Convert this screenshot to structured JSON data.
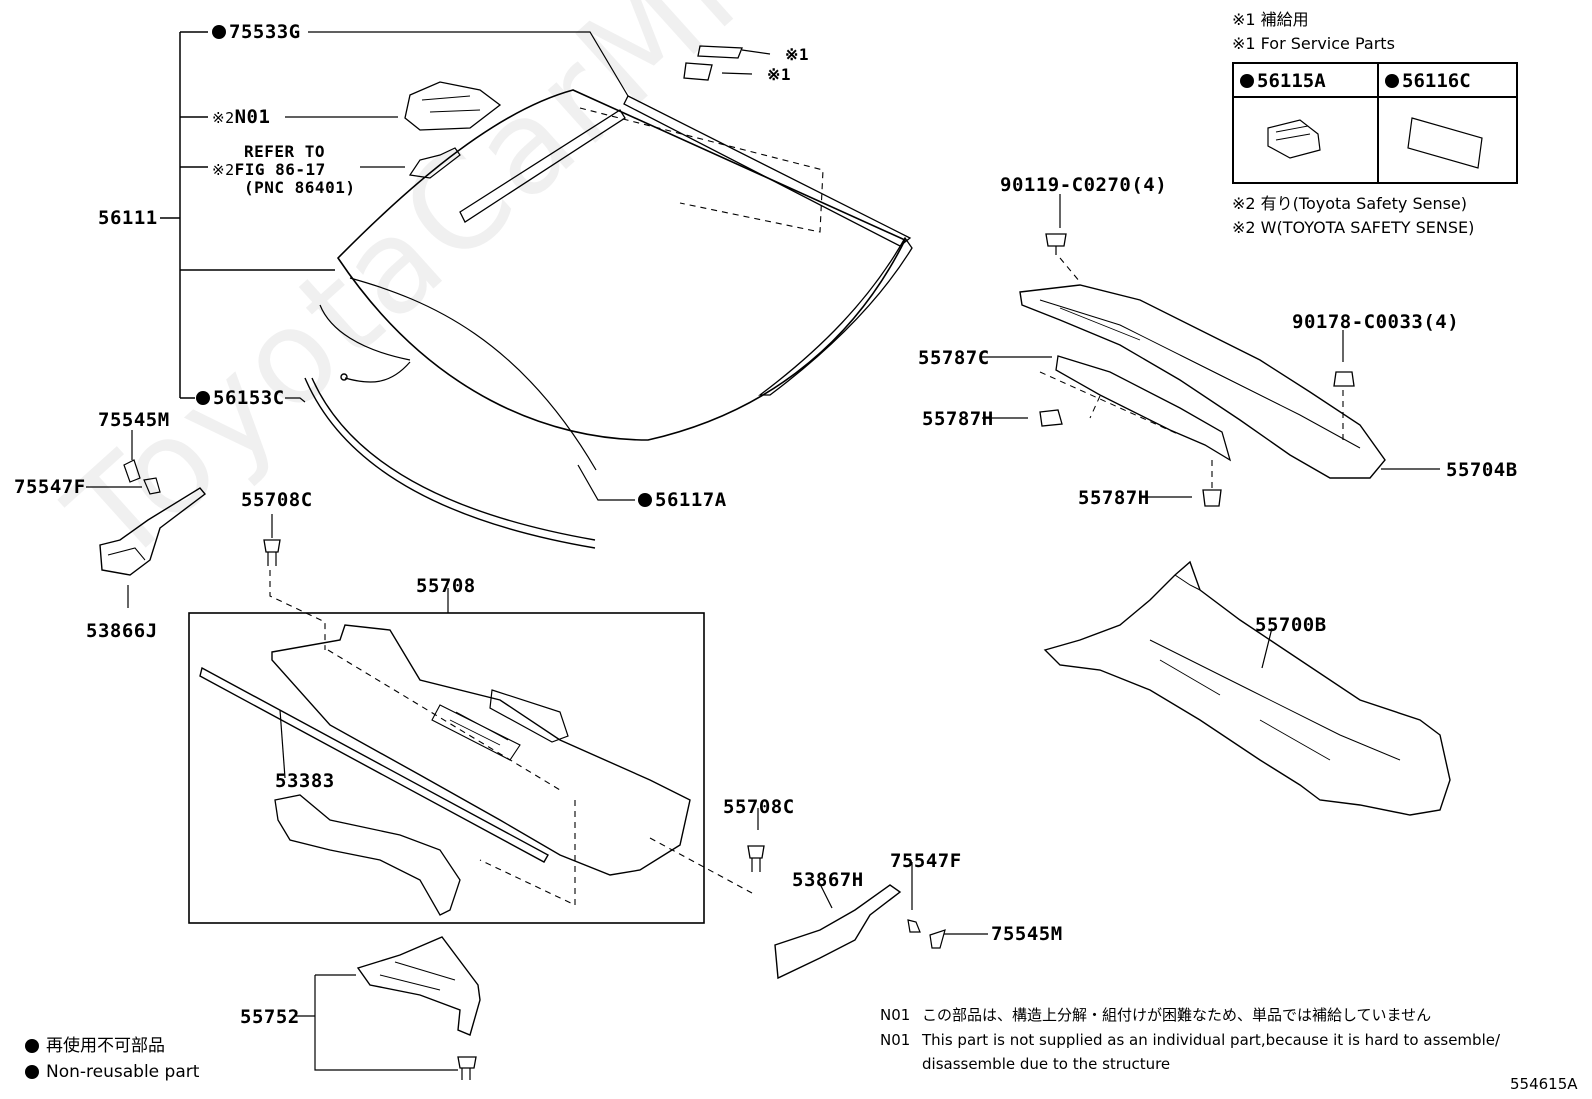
{
  "watermark": "ToyotaCarMine.ru",
  "parts": {
    "p75533G": "75533G",
    "pN01": "N01",
    "refer_line1": "REFER TO",
    "refer_line2": "FIG 86-17",
    "refer_line3": "(PNC 86401)",
    "p56111": "56111",
    "p56153C": "56153C",
    "p56117A": "56117A",
    "p75545M_left": "75545M",
    "p75547F_left": "75547F",
    "p53866J": "53866J",
    "p55708C_top": "55708C",
    "p55708": "55708",
    "p53383": "53383",
    "p55708C_right": "55708C",
    "p53867H": "53867H",
    "p75547F_right": "75547F",
    "p75545M_right": "75545M",
    "p55752": "55752",
    "p90119": "90119-C0270(4)",
    "p90178": "90178-C0033(4)",
    "p55787C": "55787C",
    "p55787H_a": "55787H",
    "p55787H_b": "55787H",
    "p55704B": "55704B",
    "p55700B": "55700B",
    "p56115A": "56115A",
    "p56116C": "56116C"
  },
  "refmarks": {
    "ref1_top": "※1",
    "ref1_bottom": "※1",
    "ref2_a": "※2",
    "ref2_b": "※2"
  },
  "service_notes": {
    "line1_jp": "※1 補給用",
    "line1_en": "※1 For Service Parts",
    "line2_jp": "※2 有り(Toyota Safety Sense)",
    "line2_en": "※2 W(TOYOTA SAFETY SENSE)"
  },
  "legend": {
    "jp": "再使用不可部品",
    "en": "Non-reusable part"
  },
  "footnote": {
    "tag1": "N01",
    "jp": "この部品は、構造上分解・組付けが困難なため、単品では補給していません",
    "tag2": "N01",
    "en1": "This part is not supplied as an individual part,because it is hard to assemble/",
    "en2": "disassemble due to the structure"
  },
  "figure_id": "554615A"
}
